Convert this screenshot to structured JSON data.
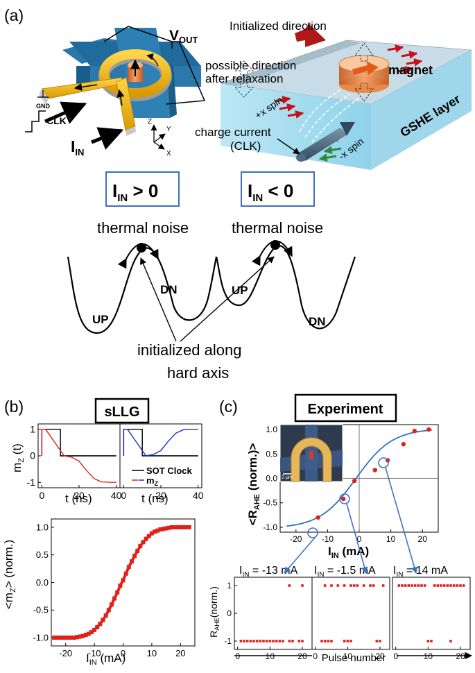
{
  "panel_a": {
    "label": "(a)",
    "device": {
      "vout": "V",
      "vout_sub": "OUT",
      "gnd": "GND",
      "clk": "CLK",
      "iin": "I",
      "iin_sub": "IN",
      "axis_z": "Z",
      "axis_y": "Y",
      "axis_x": "X"
    },
    "gshe": {
      "initialized": "Initialized direction",
      "possible_1": "possible direction",
      "possible_2": "after relaxation",
      "magnet": "magnet",
      "layer": "GSHE layer",
      "plus_spin": "+x spin",
      "minus_spin": "-x spin",
      "current_1": "charge current",
      "current_2": "(CLK)"
    },
    "states": [
      {
        "box_i": "I",
        "box_sub": "IN",
        "box_rest": " > 0",
        "noise": "thermal noise",
        "left_well": "UP",
        "right_well": "DN"
      },
      {
        "box_i": "I",
        "box_sub": "IN",
        "box_rest": " < 0",
        "noise": "thermal noise",
        "left_well": "UP",
        "right_well": "DN"
      }
    ],
    "init_1": "initialized along",
    "init_2": "hard axis"
  },
  "panel_b": {
    "label": "(b)",
    "title": "sLLG",
    "top_ylabel": "m",
    "top_ylabel_sub": "Z",
    "top_ylabel_rest": " (t)",
    "top_xlabel": "t (ns)",
    "legend_clock": "SOT Clock",
    "legend_mz": "m",
    "legend_mz_sub": "Z",
    "bottom_ylabel": "<m",
    "bottom_ylabel_sub": "Z",
    "bottom_ylabel_rest": "> (norm.)",
    "bottom_xlabel": "I",
    "bottom_xlabel_sub": "IN",
    "bottom_xlabel_rest": " (mA)",
    "colors": {
      "clock": "#000000",
      "mz_left": "#e0201b",
      "mz_right": "#1d2fd6",
      "points": "#e0201b"
    }
  },
  "panel_c": {
    "label": "(c)",
    "title": "Experiment",
    "ylabel": "<R",
    "ylabel_sub": "AHE",
    "ylabel_rest": " (norm.)>",
    "xlabel": "I",
    "xlabel_sub": "IN",
    "xlabel_rest": " (mA)",
    "scale": "2 μm",
    "pulse_ylabel": "R",
    "pulse_ylabel_sub": "AHE",
    "pulse_ylabel_rest": "(norm.)",
    "pulse_xlabel": "Pulse number",
    "subplot_titles": [
      {
        "i": "I",
        "sub": "IN",
        "rest": " = -13 mA"
      },
      {
        "i": "I",
        "sub": "IN",
        "rest": " = -1.5 mA"
      },
      {
        "i": "I",
        "sub": "IN",
        "rest": " = 14 mA"
      }
    ]
  },
  "chart_data": [
    {
      "type": "line",
      "xlabel": "t (ns)",
      "ylabel": "mZ (t)",
      "xlim": [
        -2,
        42
      ],
      "ylim": [
        -1.2,
        1.2
      ],
      "x_ticks": [
        0,
        20,
        40
      ],
      "y_ticks": [
        -1,
        0,
        1
      ],
      "series": [
        {
          "name": "SOT Clock",
          "x": [
            0,
            0,
            10,
            10,
            40
          ],
          "y": [
            0,
            1,
            1,
            0,
            0
          ]
        },
        {
          "name": "mZ",
          "x": [
            0,
            0,
            2,
            12,
            16,
            20,
            24,
            28,
            32,
            40
          ],
          "y": [
            0,
            1,
            1,
            0,
            -0.05,
            -0.2,
            -0.55,
            -0.85,
            -0.98,
            -1
          ]
        }
      ]
    },
    {
      "type": "line",
      "xlabel": "t (ns)",
      "xlim": [
        -2,
        42
      ],
      "ylim": [
        -1.2,
        1.2
      ],
      "x_ticks": [
        0,
        20,
        40
      ],
      "y_ticks": [
        -1,
        0,
        1
      ],
      "series": [
        {
          "name": "SOT Clock",
          "x": [
            0,
            0,
            10,
            10,
            40
          ],
          "y": [
            0,
            1,
            1,
            0,
            0
          ]
        },
        {
          "name": "mZ",
          "x": [
            0,
            0,
            2,
            12,
            16,
            20,
            24,
            28,
            32,
            40
          ],
          "y": [
            0,
            1,
            1,
            0,
            0.05,
            0.2,
            0.55,
            0.85,
            0.98,
            1
          ]
        }
      ]
    },
    {
      "type": "scatter",
      "xlabel": "IIN (mA)",
      "ylabel": "<mZ> (norm.)",
      "xlim": [
        -25,
        25
      ],
      "ylim": [
        -1.15,
        1.15
      ],
      "x_ticks": [
        -20,
        -10,
        0,
        10,
        20
      ],
      "y_ticks": [
        -1.0,
        -0.5,
        0.0,
        0.5,
        1.0
      ],
      "series": [
        {
          "name": "mZ",
          "x": [
            -24,
            -23,
            -22,
            -21,
            -20,
            -19,
            -18,
            -17,
            -16,
            -15,
            -14,
            -13,
            -12,
            -11,
            -10,
            -9,
            -8,
            -7,
            -6,
            -5,
            -4,
            -3,
            -2,
            -1,
            0,
            1,
            2,
            3,
            4,
            5,
            6,
            7,
            8,
            9,
            10,
            11,
            12,
            13,
            14,
            15,
            16,
            17,
            18,
            19,
            20,
            21,
            22,
            23
          ],
          "y": [
            -1,
            -1,
            -1,
            -1,
            -1,
            -1,
            -1,
            -1,
            -0.99,
            -0.98,
            -0.97,
            -0.95,
            -0.93,
            -0.9,
            -0.86,
            -0.81,
            -0.75,
            -0.68,
            -0.6,
            -0.5,
            -0.4,
            -0.29,
            -0.18,
            -0.06,
            0.04,
            0.16,
            0.28,
            0.38,
            0.48,
            0.57,
            0.66,
            0.73,
            0.79,
            0.84,
            0.89,
            0.92,
            0.94,
            0.96,
            0.97,
            0.98,
            0.99,
            1,
            1,
            1,
            1,
            1,
            1,
            1
          ]
        }
      ]
    },
    {
      "type": "scatter",
      "xlabel": "IIN (mA)",
      "ylabel": "<RAHE (norm.)>",
      "xlim": [
        -25,
        25
      ],
      "ylim": [
        -1.1,
        1.1
      ],
      "x_ticks": [
        -20,
        -10,
        0,
        10,
        20
      ],
      "y_ticks": [
        -1.0,
        -0.5,
        0.0,
        0.5,
        1.0
      ],
      "series": [
        {
          "name": "data",
          "x": [
            -13,
            -5,
            -1.5,
            5,
            9,
            14,
            17.5,
            22
          ],
          "y": [
            -0.8,
            -0.42,
            -0.05,
            0.17,
            0.37,
            0.7,
            0.97,
            1.0
          ]
        }
      ]
    },
    {
      "type": "scatter",
      "title": "IIN = -13 mA",
      "xlim": [
        -1,
        23
      ],
      "ylim": [
        -1.3,
        1.3
      ],
      "x_ticks": [
        0,
        10,
        20
      ],
      "y_ticks": [
        -1,
        0,
        1
      ],
      "series": [
        {
          "x": [
            1,
            2,
            3,
            4,
            5,
            6,
            7,
            8,
            9,
            10,
            11,
            12,
            13,
            14,
            16,
            17,
            19,
            20,
            16,
            20
          ],
          "y": [
            -1,
            -1,
            -1,
            -1,
            -1,
            -1,
            -1,
            -1,
            -1,
            -1,
            -1,
            -1,
            -1,
            -1,
            -1,
            -1,
            -1,
            -1,
            1,
            1
          ]
        }
      ]
    },
    {
      "type": "scatter",
      "title": "IIN = -1.5 mA",
      "xlim": [
        -1,
        23
      ],
      "ylim": [
        -1.3,
        1.3
      ],
      "x_ticks": [
        0,
        10,
        20
      ],
      "y_ticks": [
        -1,
        0,
        1
      ],
      "series": [
        {
          "x": [
            2,
            3,
            4,
            5,
            9,
            10,
            11,
            19,
            20,
            3,
            5,
            7,
            9,
            11,
            12,
            13,
            15,
            17,
            18,
            21
          ],
          "y": [
            -1,
            -1,
            -1,
            -1,
            -1,
            -1,
            -1,
            -1,
            -1,
            1,
            1,
            1,
            1,
            1,
            1,
            1,
            1,
            1,
            1,
            1
          ]
        }
      ]
    },
    {
      "type": "scatter",
      "title": "IIN = 14 mA",
      "xlim": [
        -1,
        23
      ],
      "ylim": [
        -1.3,
        1.3
      ],
      "x_ticks": [
        0,
        10,
        20
      ],
      "y_ticks": [
        -1,
        0,
        1
      ],
      "series": [
        {
          "x": [
            1,
            2,
            3,
            4,
            5,
            6,
            7,
            8,
            9,
            12,
            13,
            14,
            15,
            16,
            17,
            18,
            19,
            20,
            21,
            10,
            11,
            17
          ],
          "y": [
            1,
            1,
            1,
            1,
            1,
            1,
            1,
            1,
            1,
            1,
            1,
            1,
            1,
            1,
            1,
            1,
            1,
            1,
            1,
            -1,
            -1,
            -1
          ]
        }
      ]
    }
  ]
}
